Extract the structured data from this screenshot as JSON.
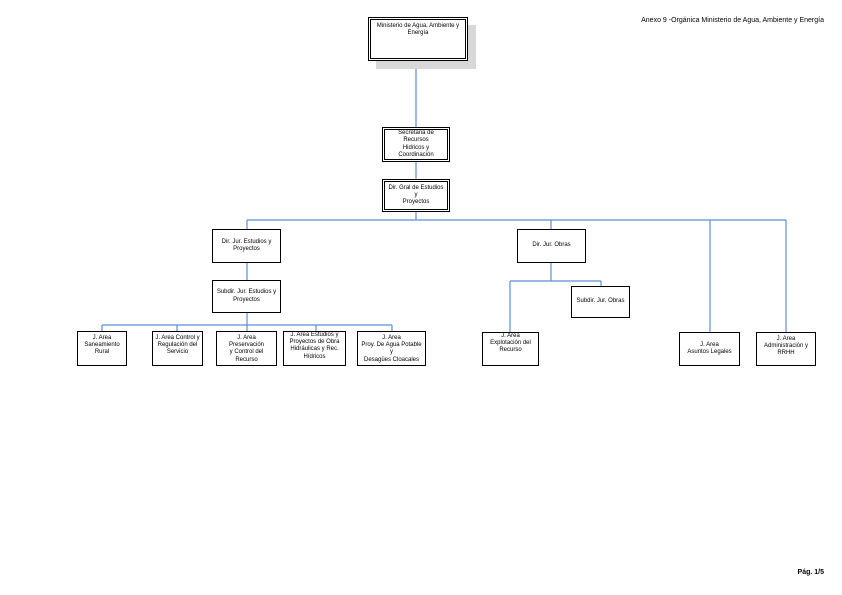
{
  "header": {
    "title": "Anexo 9 -Orgánica Ministerio de Agua, Ambiente y Energía"
  },
  "footer": {
    "page": "Pág. 1/5"
  },
  "colors": {
    "connector": "#5b8fd6",
    "shadow": "#d8d8d8"
  },
  "orgchart": {
    "ministry": "Ministerio de Agua, Ambiente y\nEnergía",
    "secretaria": "Secretaria de Recursos\nHidricos y Coordinación",
    "dir_gral": "Dir. Gral de Estudios y\nProyectos",
    "dir_estudios": "Dir. Jur. Estudios y\nProyectos",
    "dir_obras": "Dir. Jur. Obras",
    "subdir_estudios": "Subdir. Jur. Estudios y\nProyectos",
    "subdir_obras": "Subdir. Jur. Obras",
    "area_saneamiento": "J. Area\nSaneamiento\nRural",
    "area_control": "J. Area Control y\nRegulación del\nServicio",
    "area_preservacion": "J. Area Preservación\ny Control del Recurso",
    "area_estudios_obra": "J. Area Estudios y\nProyectos de Obra\nHidráulicas y Rec.\nHídricos",
    "area_agua_potable": "J. Area\nProy. De Agua Potable y\nDesagües Cloacales",
    "area_explotacion": "J. Area\nExplotación del\nRecurso",
    "area_legales": "J. Area\nAsuntos Legales",
    "area_administracion": "J. Area\nAdministración y\nRRHH"
  }
}
